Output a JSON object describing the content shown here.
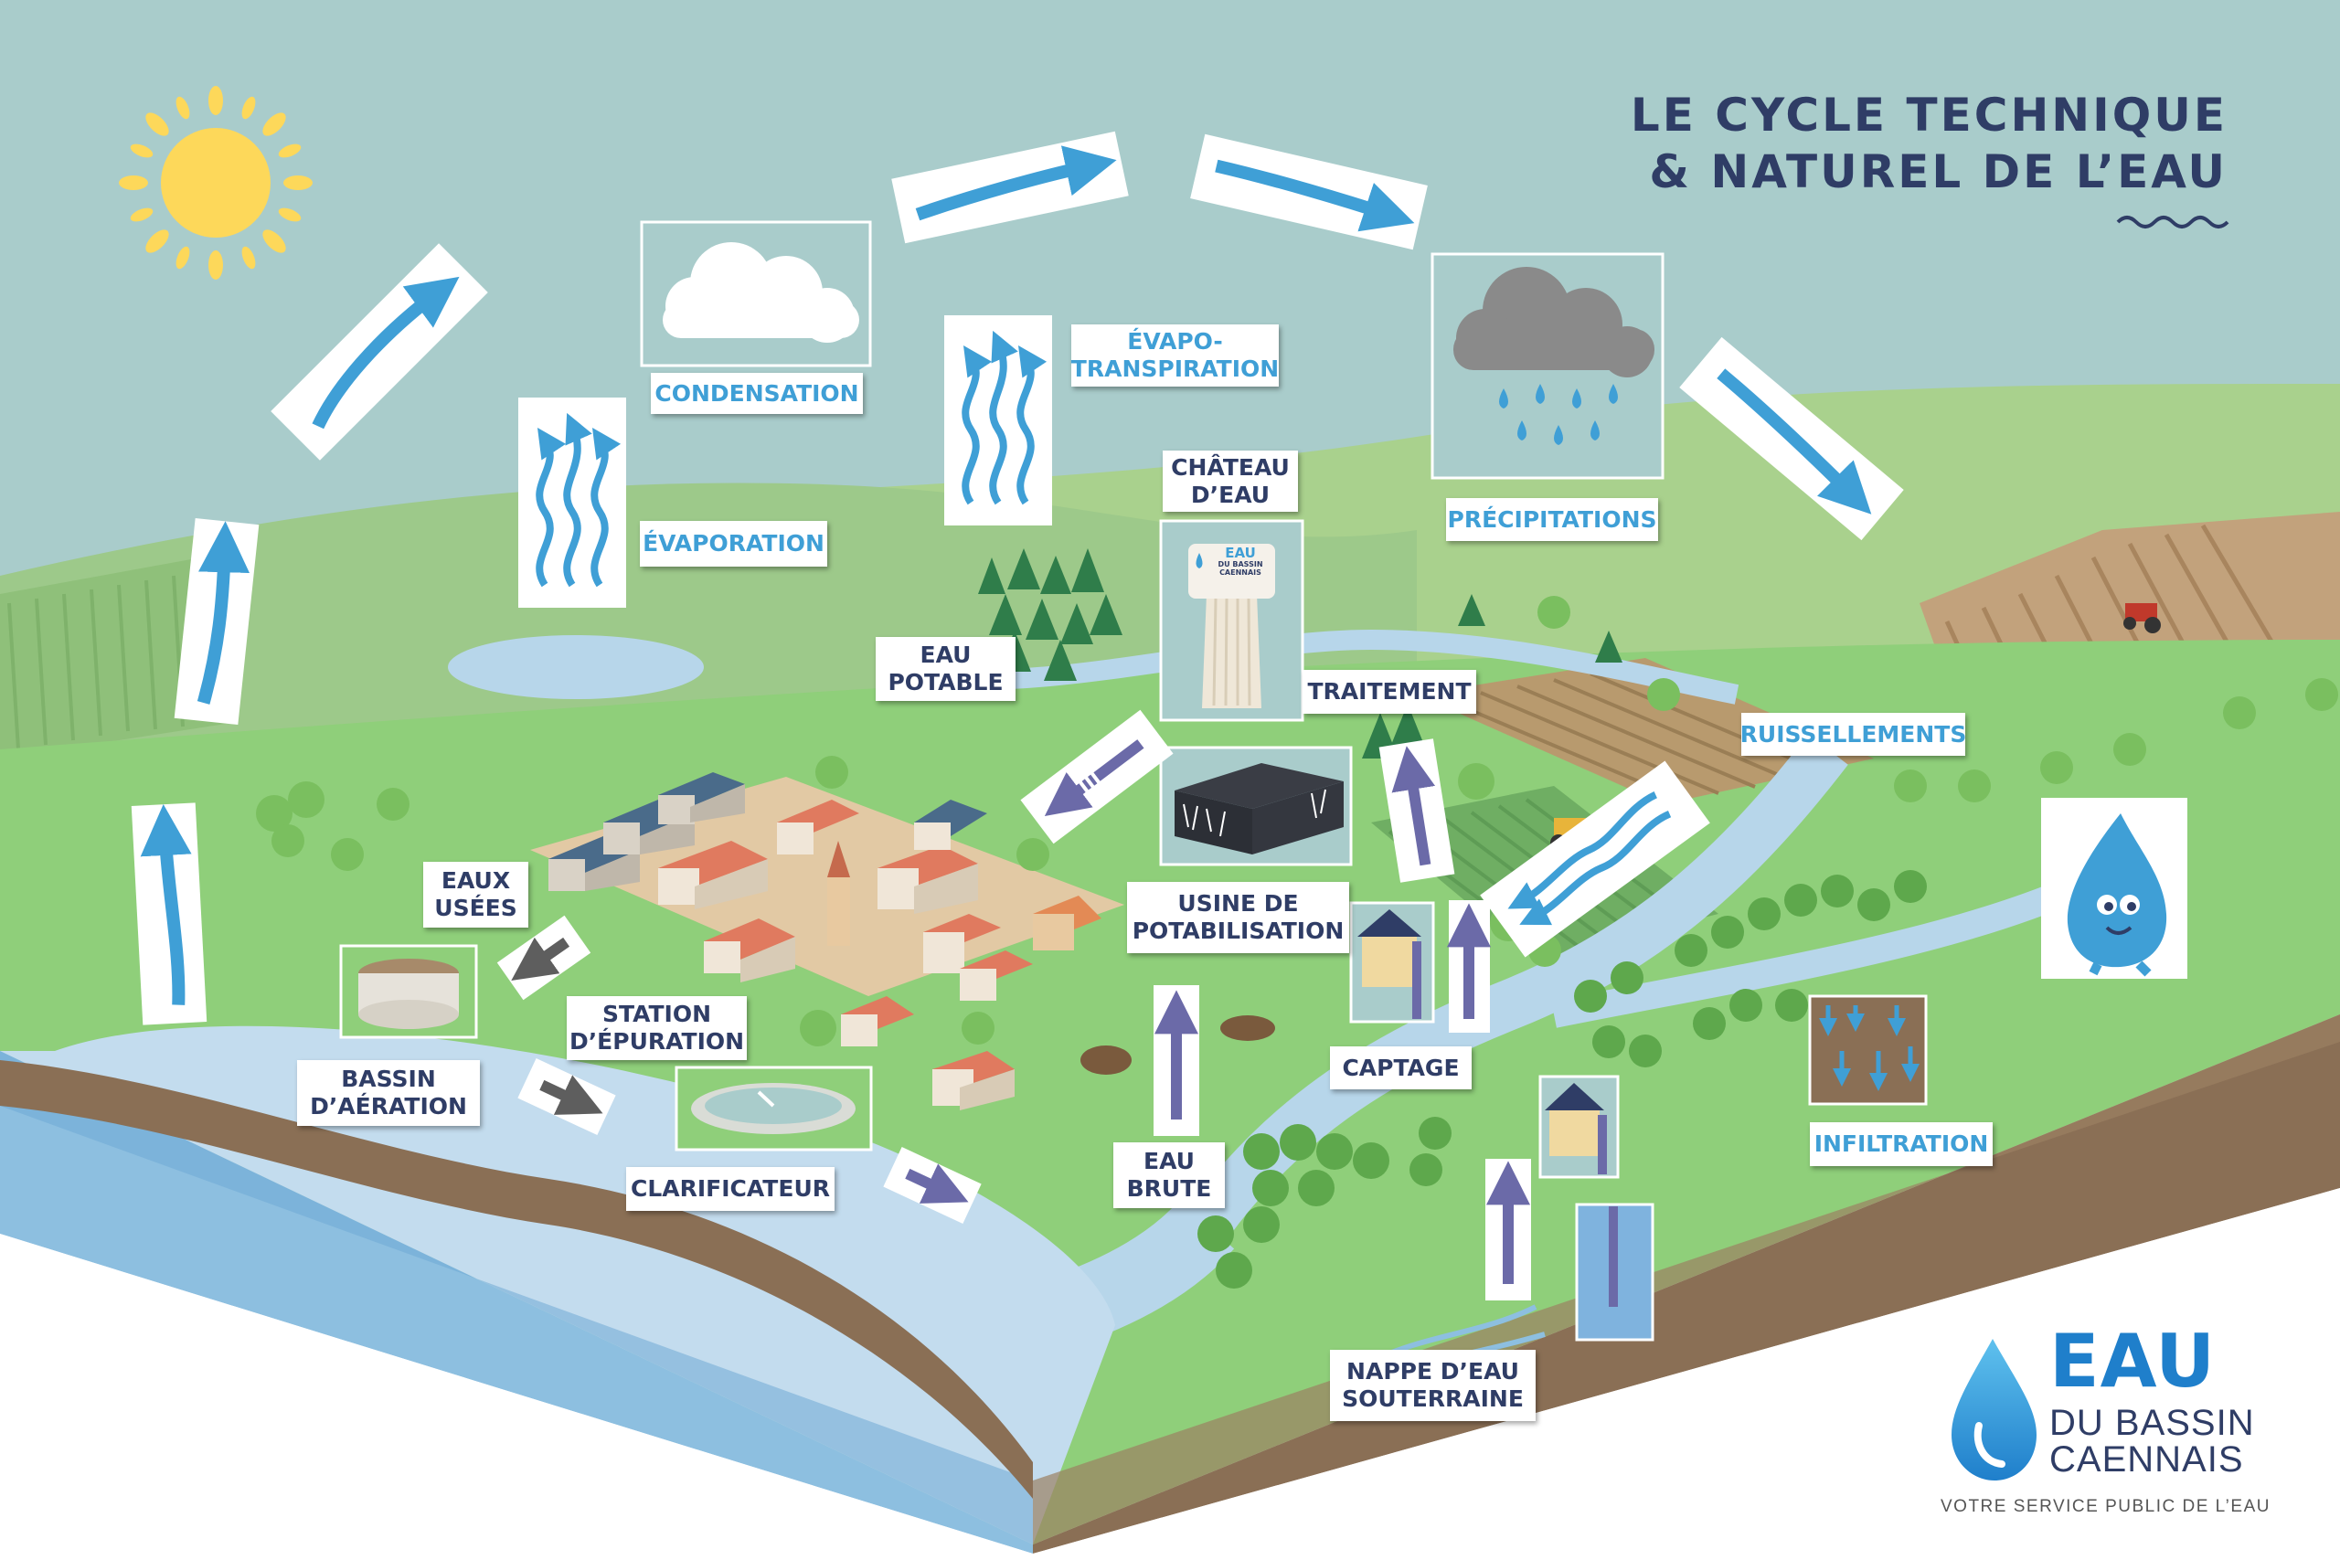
{
  "title": {
    "line1": "LE CYCLE TECHNIQUE",
    "line2": "& NATUREL DE L’EAU"
  },
  "natural_stages": {
    "condensation": "CONDENSATION",
    "evaporation": "ÉVAPORATION",
    "evapotranspiration_1": "ÉVAPO-",
    "evapotranspiration_2": "TRANSPIRATION",
    "precipitations": "PRÉCIPITATIONS",
    "ruissellements": "RUISSELLEMENTS",
    "infiltration": "INFILTRATION"
  },
  "technical_stages": {
    "chateau_1": "CHÂTEAU",
    "chateau_2": "D’EAU",
    "eau_potable_1": "EAU",
    "eau_potable_2": "POTABLE",
    "traitement": "TRAITEMENT",
    "usine_1": "USINE DE",
    "usine_2": "POTABILISATION",
    "captage": "CAPTAGE",
    "eau_brute_1": "EAU",
    "eau_brute_2": "BRUTE",
    "nappe_1": "NAPPE D’EAU",
    "nappe_2": "SOUTERRAINE",
    "eaux_usees_1": "EAUX",
    "eaux_usees_2": "USÉES",
    "station_1": "STATION",
    "station_2": "D’ÉPURATION",
    "bassin_1": "BASSIN",
    "bassin_2": "D’AÉRATION",
    "clarificateur": "CLARIFICATEUR"
  },
  "tower_logo": {
    "word": "EAU",
    "line1": "DU BASSIN",
    "line2": "CAENNAIS"
  },
  "brand": {
    "word": "EAU",
    "line1": "DU BASSIN",
    "line2": "CAENNAIS",
    "tagline": "VOTRE SERVICE PUBLIC DE L’EAU"
  },
  "colors": {
    "sky": "#a9cccb",
    "natural_arrow": "#3f9fd6",
    "technical_arrow": "#6b6aa8",
    "grass": "#8fcf7a",
    "soil": "#8a6f55",
    "water": "#8dbfe0",
    "title": "#2f3d66"
  },
  "icons": {
    "sun": "sun-icon",
    "cloud": "cloud-icon",
    "rain_cloud": "rain-cloud-icon",
    "mascot": "water-drop-mascot-icon",
    "logo": "water-drop-logo-icon"
  }
}
